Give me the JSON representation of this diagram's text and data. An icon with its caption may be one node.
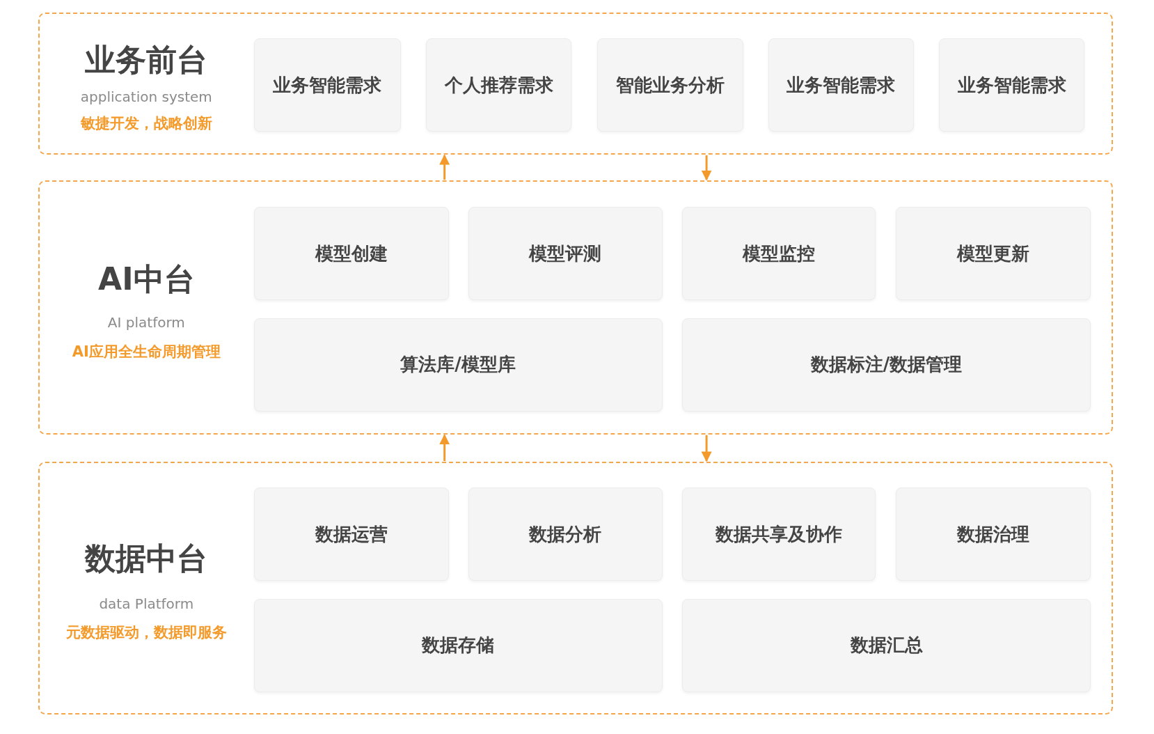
{
  "diagram": {
    "nodes": [
      {
        "text": [
          "业务前台",
          "application system",
          "敏捷开发，战略创新"
        ]
      },
      {
        "text": [
          "业务智能需求"
        ],
        "in": 0
      },
      {
        "text": [
          "个人推荐需求"
        ],
        "in": 0
      },
      {
        "text": [
          "智能业务分析"
        ],
        "in": 0
      },
      {
        "text": [
          "业务智能需求"
        ],
        "in": 0
      },
      {
        "text": [
          "业务智能需求"
        ],
        "in": 0
      },
      {
        "text": [
          "AI中台",
          "AI platform",
          "AI应用全生命周期管理"
        ]
      },
      {
        "text": [
          "模型创建"
        ],
        "in": 6
      },
      {
        "text": [
          "模型评测"
        ],
        "in": 6
      },
      {
        "text": [
          "模型监控"
        ],
        "in": 6
      },
      {
        "text": [
          "模型更新"
        ],
        "in": 6
      },
      {
        "text": [
          "算法库/模型库"
        ],
        "in": 6
      },
      {
        "text": [
          "数据标注/数据管理"
        ],
        "in": 6
      },
      {
        "text": [
          "数据中台",
          "data Platform",
          "元数据驱动，数据即服务"
        ]
      },
      {
        "text": [
          "数据运营"
        ],
        "in": 13
      },
      {
        "text": [
          "数据分析"
        ],
        "in": 13
      },
      {
        "text": [
          "数据共享及协作"
        ],
        "in": 13
      },
      {
        "text": [
          "数据治理"
        ],
        "in": 13
      },
      {
        "text": [
          "数据存储"
        ],
        "in": 13
      },
      {
        "text": [
          "数据汇总"
        ],
        "in": 13
      }
    ],
    "edges": [
      {
        "from": 6,
        "to": 0,
        "arrow": "to"
      },
      {
        "from": 0,
        "to": 6,
        "arrow": "to"
      },
      {
        "from": 13,
        "to": 6,
        "arrow": "to"
      },
      {
        "from": 6,
        "to": 13,
        "arrow": "to"
      }
    ]
  }
}
